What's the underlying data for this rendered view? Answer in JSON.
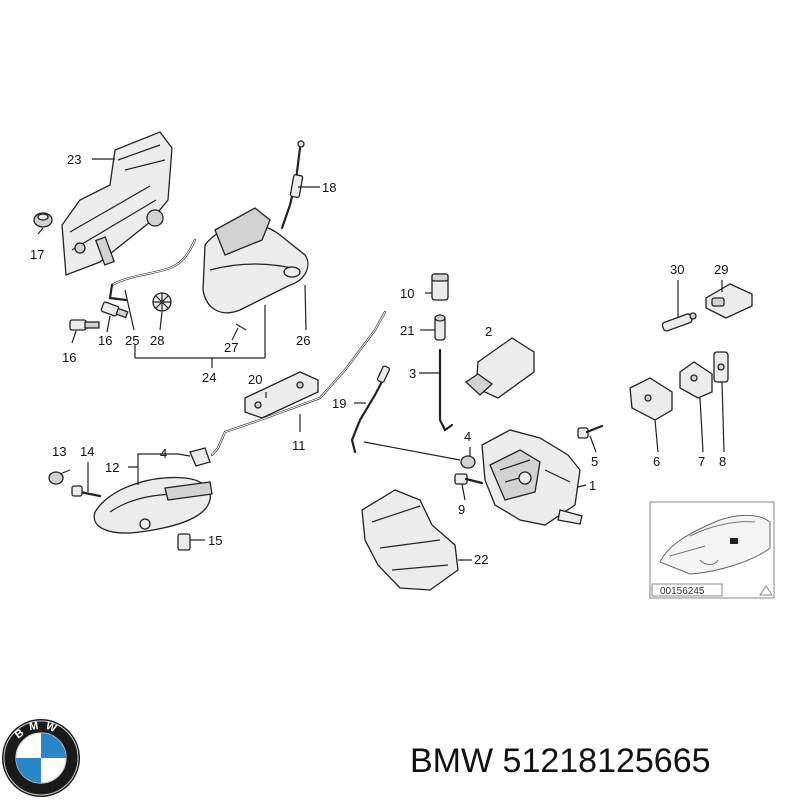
{
  "diagram": {
    "labels": [
      {
        "id": "23",
        "text": "23"
      },
      {
        "id": "18",
        "text": "18"
      },
      {
        "id": "17",
        "text": "17"
      },
      {
        "id": "16a",
        "text": "16"
      },
      {
        "id": "16b",
        "text": "16"
      },
      {
        "id": "25",
        "text": "25"
      },
      {
        "id": "28",
        "text": "28"
      },
      {
        "id": "27",
        "text": "27"
      },
      {
        "id": "26",
        "text": "26"
      },
      {
        "id": "24",
        "text": "24"
      },
      {
        "id": "10",
        "text": "10"
      },
      {
        "id": "21",
        "text": "21"
      },
      {
        "id": "2",
        "text": "2"
      },
      {
        "id": "3",
        "text": "3"
      },
      {
        "id": "20",
        "text": "20"
      },
      {
        "id": "19",
        "text": "19"
      },
      {
        "id": "11",
        "text": "11"
      },
      {
        "id": "30",
        "text": "30"
      },
      {
        "id": "29",
        "text": "29"
      },
      {
        "id": "13",
        "text": "13"
      },
      {
        "id": "14",
        "text": "14"
      },
      {
        "id": "12",
        "text": "12"
      },
      {
        "id": "4a",
        "text": "4"
      },
      {
        "id": "4b",
        "text": "4"
      },
      {
        "id": "15",
        "text": "15"
      },
      {
        "id": "5",
        "text": "5"
      },
      {
        "id": "6",
        "text": "6"
      },
      {
        "id": "7",
        "text": "7"
      },
      {
        "id": "8",
        "text": "8"
      },
      {
        "id": "1",
        "text": "1"
      },
      {
        "id": "9",
        "text": "9"
      },
      {
        "id": "22",
        "text": "22"
      }
    ],
    "inset_reference": "00156245"
  },
  "brand": {
    "logo_letters": "BMW",
    "title": "BMW 51218125665"
  },
  "colors": {
    "logo_blue": "#2a86c9",
    "logo_ring": "#1a1a1a",
    "ink": "#222222"
  }
}
